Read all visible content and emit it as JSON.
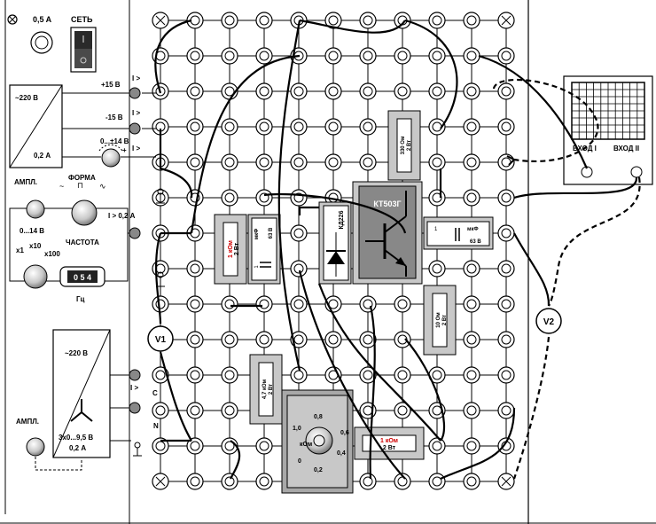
{
  "left_panel": {
    "fuse": "0,5 A",
    "switch": "СЕТЬ",
    "psu_input": "~220 В",
    "psu_current": "0,2 А",
    "rail_plus15": "+15 В",
    "rail_minus15": "-15 В",
    "rail_adj": "0...±14 В",
    "rail_adj_sign": "+",
    "current_mark": "I >",
    "gen_ampl": "АМПЛ.",
    "gen_form": "ФОРМА",
    "gen_range": "0...14 В",
    "gen_current": "I > 0,2 А",
    "gen_freq": "ЧАСТОТА",
    "mult_x1": "x1",
    "mult_x10": "x10",
    "mult_x100": "x100",
    "freq_value": "0 5 4",
    "freq_unit": "Гц",
    "tp_input": "~220 В",
    "tp_output": "3x0...9,5 В",
    "tp_current": "0,2 А",
    "tp_ampl": "АМПЛ.",
    "phase_c": "C",
    "neutral": "N"
  },
  "oscilloscope": {
    "input1": "ВХОД I",
    "input2": "ВХОД II"
  },
  "meters": {
    "v1": "V1",
    "v2": "V2"
  },
  "components": {
    "r1_value": "1 кОм",
    "r1_power": "2 Вт",
    "c1_unit": "мкФ",
    "c1_voltage": "63 В",
    "c1_value": "1",
    "diode": "КД226",
    "transistor": "КТ503Г",
    "r330_value": "330 Ом",
    "r330_power": "2 Вт",
    "c2_value": "1",
    "c2_unit": "мкФ",
    "c2_voltage": "63 В",
    "r10_value": "10 Ом",
    "r10_power": "2 Вт",
    "r47_value": "4,7 кОм",
    "r47_power": "2 Вт",
    "r3_value": "1 кОм",
    "r3_power": "2 Вт",
    "pot_unit": "кОм",
    "pot_marks": [
      "0",
      "0,2",
      "0,4",
      "0,6",
      "0,8",
      "1,0"
    ]
  }
}
